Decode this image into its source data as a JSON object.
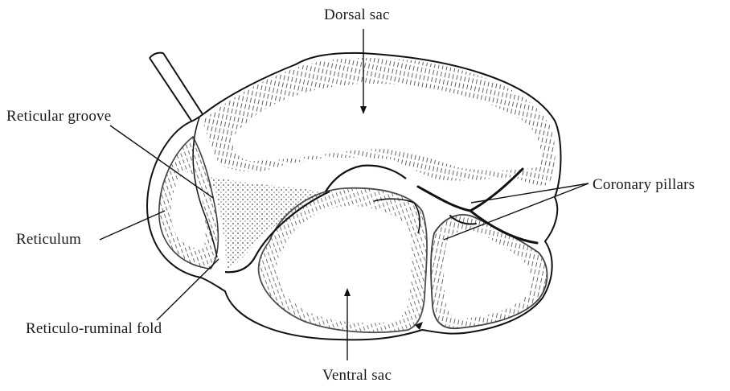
{
  "labels": {
    "dorsal_sac": "Dorsal sac",
    "reticular_groove": "Reticular groove",
    "coronary_pillars": "Coronary pillars",
    "reticulum": "Reticulum",
    "reticulo_ruminal_fold": "Reticulo-ruminal fold",
    "ventral_sac": "Ventral sac"
  }
}
